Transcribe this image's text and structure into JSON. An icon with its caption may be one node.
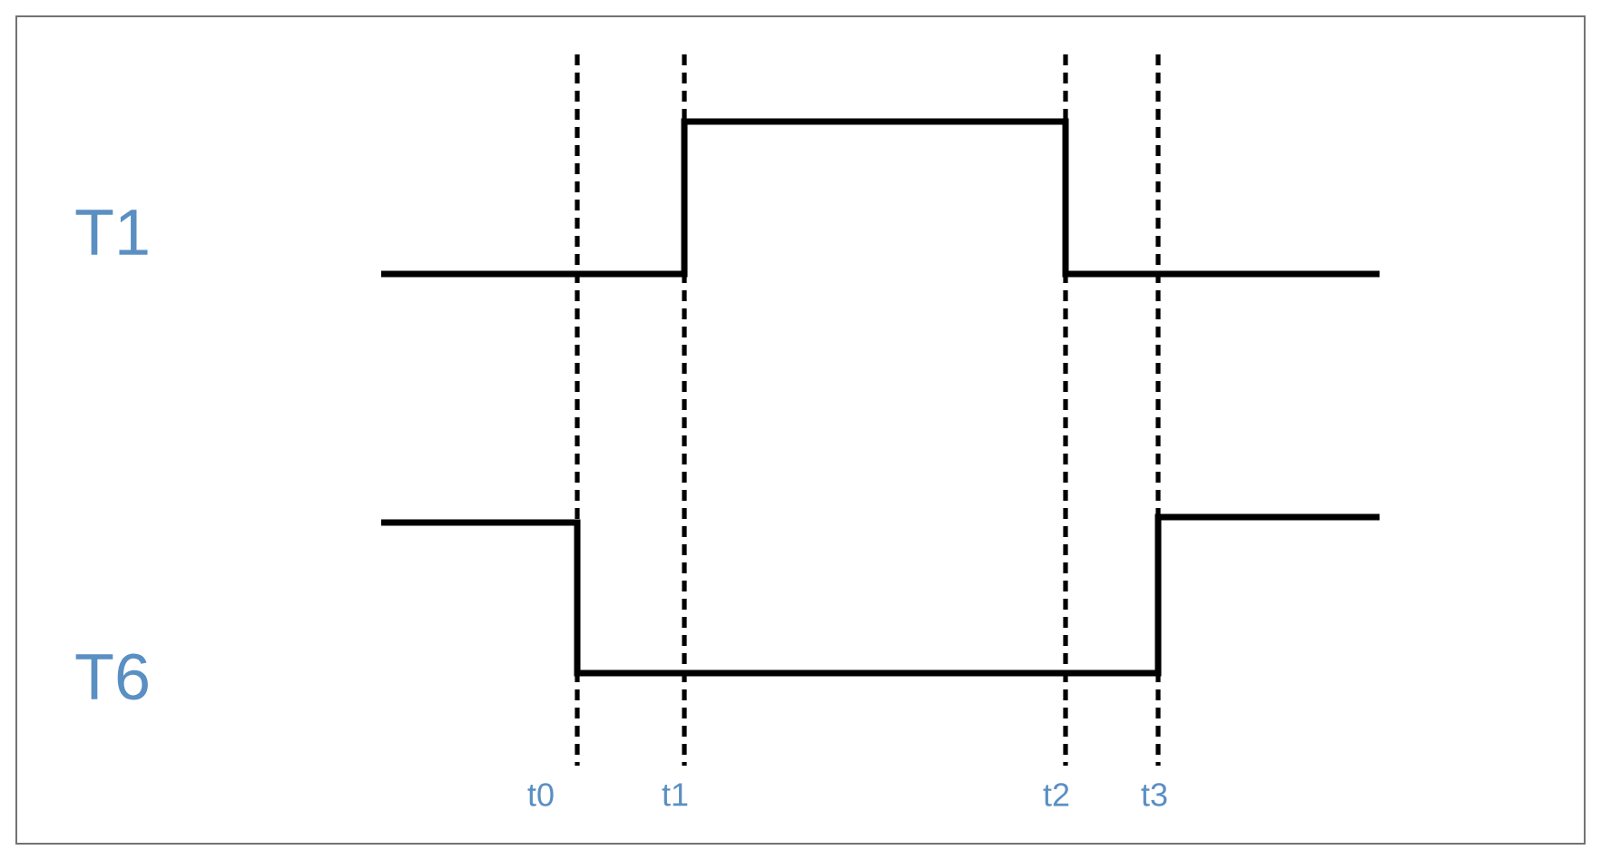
{
  "diagram": {
    "labels": [
      "T1",
      "T6",
      "t0",
      "t1",
      "t2",
      "t3"
    ]
  }
}
